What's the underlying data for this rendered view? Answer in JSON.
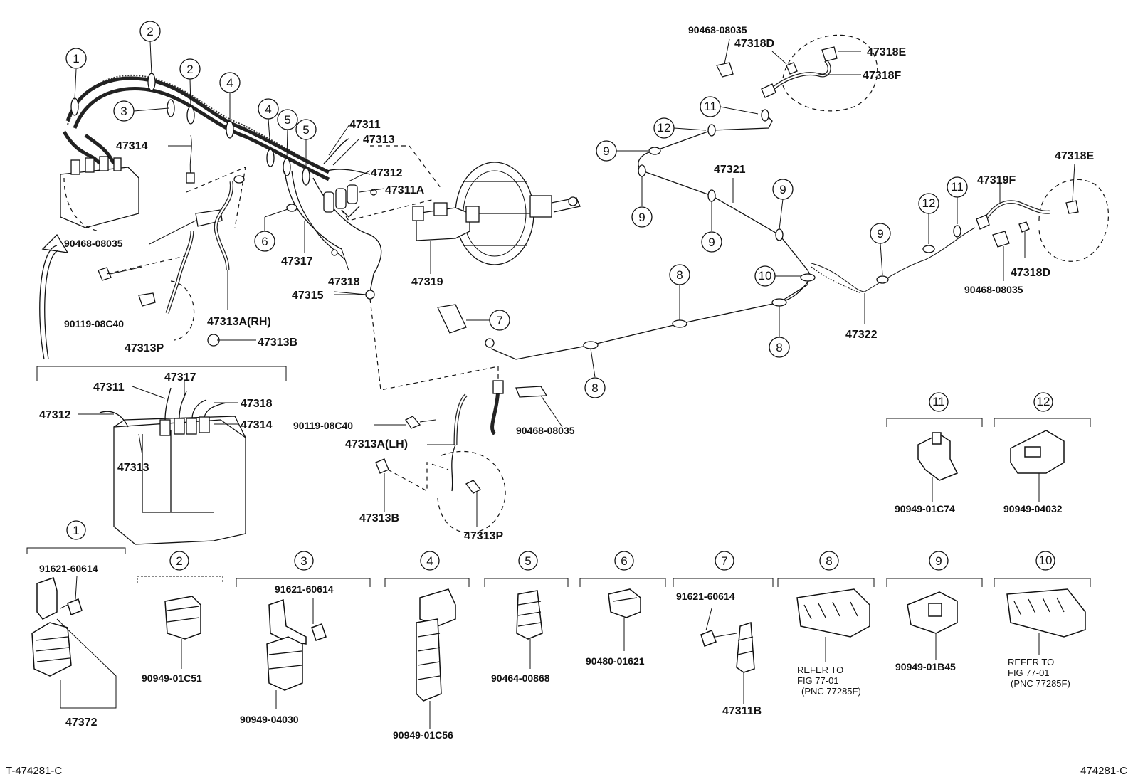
{
  "diagram": {
    "callout_numbers": [
      "1",
      "2",
      "3",
      "4",
      "5",
      "6",
      "7",
      "8",
      "9",
      "10",
      "11",
      "12"
    ],
    "main_labels": {
      "p47314": "47314",
      "p47311": "47311",
      "p47313": "47313",
      "p47312": "47312",
      "p47311A": "47311A",
      "p47317": "47317",
      "p47318": "47318",
      "p47319": "47319",
      "p47315": "47315",
      "p90468_top_left": "90468-08035",
      "p90119_upper": "90119-08C40",
      "p47313P_upper": "47313P",
      "p47313B_upper": "47313B",
      "p47313A_rh": "47313A(RH)",
      "p90468_top": "90468-08035",
      "p47318D_top": "47318D",
      "p47318E_top": "47318E",
      "p47318F": "47318F",
      "p47321": "47321",
      "p47322": "47322",
      "p47319F": "47319F",
      "p47318E_right": "47318E",
      "p47318D_right": "47318D",
      "p90468_right": "90468-08035",
      "inset_47317": "47317",
      "inset_47311": "47311",
      "inset_47318": "47318",
      "inset_47312": "47312",
      "inset_47314": "47314",
      "inset_47313": "47313",
      "p90119_lower": "90119-08C40",
      "p90468_lower": "90468-08035",
      "p47313A_lh": "47313A(LH)",
      "p47313B_lower": "47313B",
      "p47313P_lower": "47313P"
    },
    "clamp_groups": [
      {
        "num": "1",
        "parts": [
          "91621-60614",
          "47372"
        ]
      },
      {
        "num": "2",
        "parts": [
          "90949-01C51"
        ]
      },
      {
        "num": "3",
        "parts": [
          "91621-60614",
          "90949-04030"
        ]
      },
      {
        "num": "4",
        "parts": [
          "90949-01C56"
        ]
      },
      {
        "num": "5",
        "parts": [
          "90464-00868"
        ]
      },
      {
        "num": "6",
        "parts": [
          "90480-01621"
        ]
      },
      {
        "num": "7",
        "parts": [
          "91621-60614",
          "47311B"
        ]
      },
      {
        "num": "8",
        "notes": [
          "REFER TO",
          "FIG 77-01",
          "(PNC 77285F)"
        ]
      },
      {
        "num": "9",
        "parts": [
          "90949-01B45"
        ]
      },
      {
        "num": "10",
        "notes": [
          "REFER TO",
          "FIG 77-01",
          "(PNC 77285F)"
        ]
      },
      {
        "num": "11",
        "parts": [
          "90949-01C74"
        ]
      },
      {
        "num": "12",
        "parts": [
          "90949-04032"
        ]
      }
    ]
  },
  "footer": {
    "left": "T-474281-C",
    "right": "474281-C"
  }
}
